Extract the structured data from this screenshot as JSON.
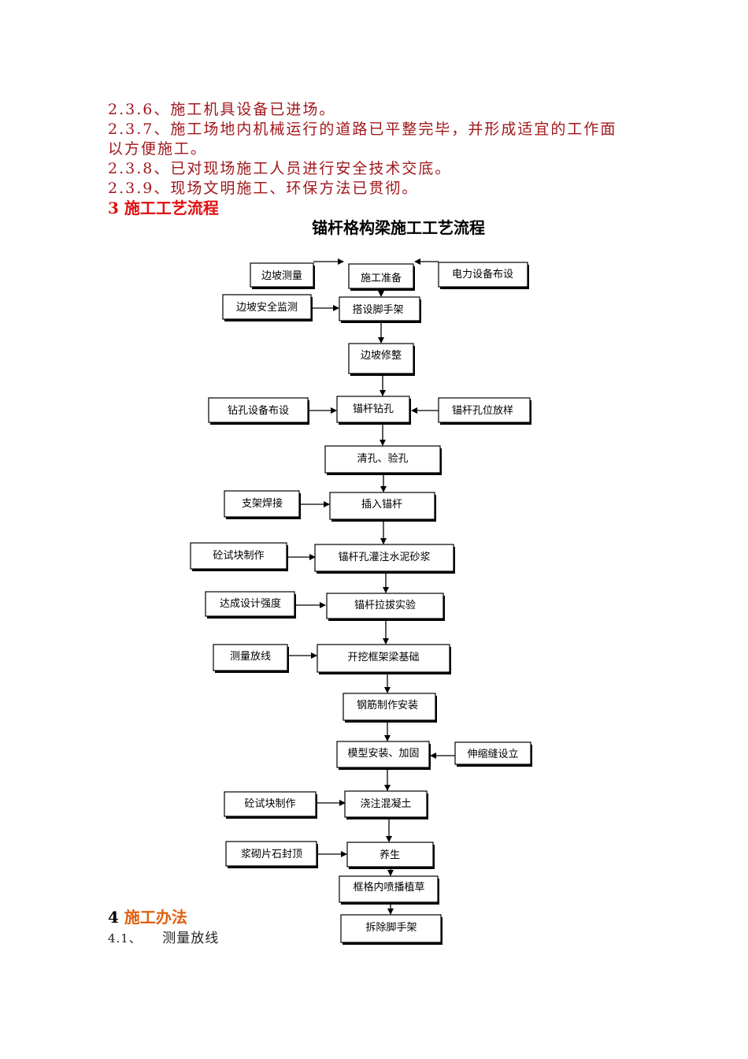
{
  "lines": [
    "2.3.6、施工机具设备已进场。",
    "2.3.7、施工场地内机械运行的道路已平整完毕，并形成适宜的工作面",
    "以方便施工。",
    "2.3.8、已对现场施工人员进行安全技术交底。",
    "2.3.9、现场文明施工、环保方法已贯彻。"
  ],
  "section3": {
    "num": "3",
    "title": "施工工艺流程"
  },
  "flowchart_title": "锚杆格构梁施工工艺流程",
  "main_steps": [
    "施工准备",
    "搭设脚手架",
    "边坡修整",
    "锚杆钻孔",
    "清孔、验孔",
    "插入锚杆",
    "锚杆孔灌注水泥砂浆",
    "锚杆拉拔实验",
    "开挖框架梁基础",
    "钢筋制作安装",
    "模型安装、加固",
    "浇注混凝土",
    "养生",
    "框格内喷播植草",
    "拆除脚手架"
  ],
  "side_inputs": [
    "边坡测量",
    "电力设备布设",
    "边坡安全监测",
    "钻孔设备布设",
    "锚杆孔位放样",
    "支架焊接",
    "砼试块制作",
    "达成设计强度",
    "测量放线",
    "伸缩缝设立",
    "砼试块制作",
    "浆砌片石封顶"
  ],
  "section4": {
    "num": "4",
    "title": "施工办法"
  },
  "subsection": {
    "num": "4.1、",
    "title": "测量放线"
  }
}
